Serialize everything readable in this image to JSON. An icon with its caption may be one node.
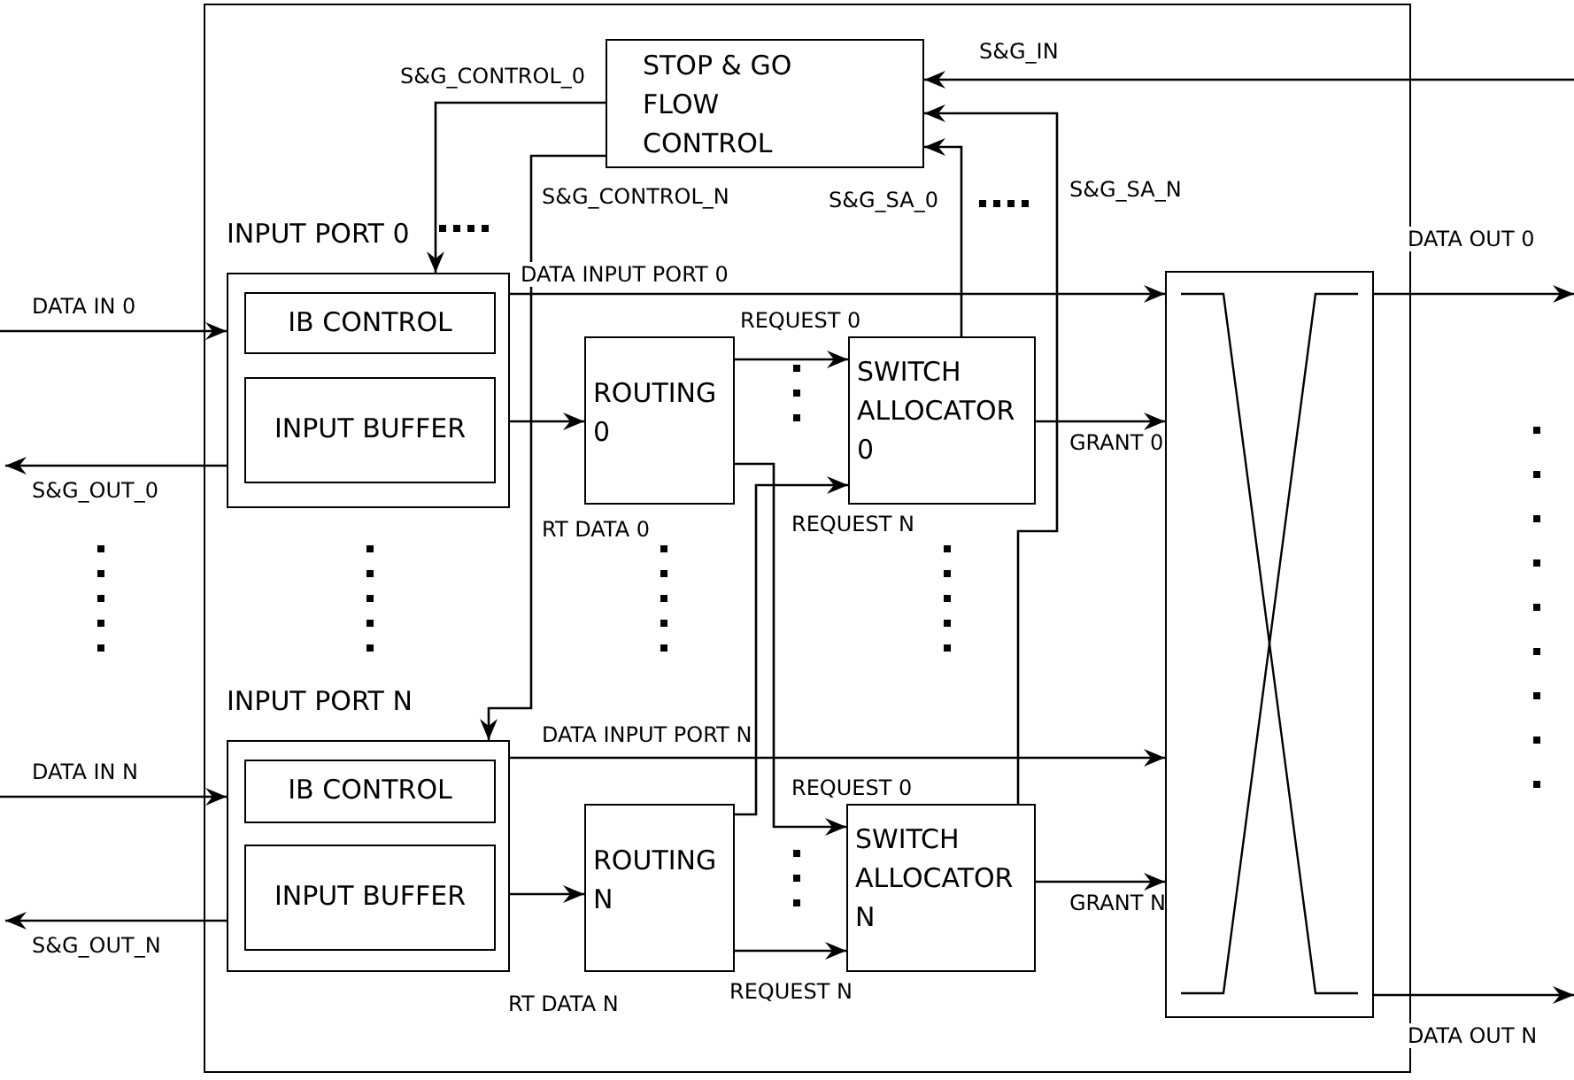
{
  "diagram": {
    "nodes": [
      {
        "text": [],
        "shape": "box"
      },
      {
        "text": [
          "STOP & GO FLOW CONTROL"
        ],
        "in": 0
      },
      {
        "text": [
          "INPUT PORT 0"
        ],
        "in": 0
      },
      {
        "text": [
          "IB CONTROL"
        ],
        "in": 2
      },
      {
        "text": [
          "INPUT BUFFER"
        ],
        "in": 2
      },
      {
        "text": [
          "ROUTING 0"
        ],
        "in": 0
      },
      {
        "text": [
          "SWITCH ALLOCATOR 0"
        ],
        "in": 0
      },
      {
        "text": [
          "INPUT PORT N"
        ],
        "in": 0
      },
      {
        "text": [
          "IB CONTROL"
        ],
        "in": 7
      },
      {
        "text": [
          "INPUT BUFFER"
        ],
        "in": 7
      },
      {
        "text": [
          "ROUTING N"
        ],
        "in": 0
      },
      {
        "text": [
          "SWITCH ALLOCATOR N"
        ],
        "in": 0
      },
      {
        "text": [],
        "shape": "box",
        "in": 0
      }
    ],
    "edges": [
      {
        "from": null,
        "to": 1,
        "arrow": "to",
        "label": "S&G_IN"
      },
      {
        "from": 1,
        "to": 2,
        "arrow": "to",
        "label": "S&G_CONTROL_0"
      },
      {
        "from": 1,
        "to": 7,
        "arrow": "to",
        "label": "S&G_CONTROL_N"
      },
      {
        "from": 6,
        "to": 1,
        "arrow": "to",
        "label": "S&G_SA_0"
      },
      {
        "from": 11,
        "to": 1,
        "arrow": "to",
        "label": "S&G_SA_N"
      },
      {
        "from": null,
        "to": 2,
        "arrow": "to",
        "label": "DATA IN 0"
      },
      {
        "from": 2,
        "to": null,
        "arrow": "to",
        "label": "S&G_OUT_0"
      },
      {
        "from": 2,
        "to": 12,
        "arrow": "to",
        "label": "DATA INPUT PORT 0"
      },
      {
        "from": 2,
        "to": 5,
        "arrow": "to"
      },
      {
        "from": 5,
        "to": 6,
        "arrow": "to",
        "label": "REQUEST 0"
      },
      {
        "from": 10,
        "to": 6,
        "arrow": "to",
        "label": "REQUEST N"
      },
      {
        "from": 6,
        "to": 12,
        "arrow": "to",
        "label": "GRANT 0"
      },
      {
        "from": null,
        "to": 7,
        "arrow": "to",
        "label": "DATA IN N"
      },
      {
        "from": 7,
        "to": null,
        "arrow": "to",
        "label": "S&G_OUT_N"
      },
      {
        "from": 7,
        "to": 12,
        "arrow": "to",
        "label": "DATA INPUT PORT N"
      },
      {
        "from": 7,
        "to": 10,
        "arrow": "to"
      },
      {
        "from": 5,
        "to": 11,
        "arrow": "to",
        "label": "REQUEST 0"
      },
      {
        "from": 10,
        "to": 11,
        "arrow": "to",
        "label": "REQUEST N"
      },
      {
        "from": 11,
        "to": 12,
        "arrow": "to",
        "label": "GRANT N"
      },
      {
        "from": 12,
        "to": null,
        "arrow": "to",
        "label": "DATA OUT 0"
      },
      {
        "from": 12,
        "to": null,
        "arrow": "to",
        "label": "DATA OUT N"
      }
    ],
    "labels": [
      "RT DATA 0",
      "RT DATA N"
    ]
  }
}
